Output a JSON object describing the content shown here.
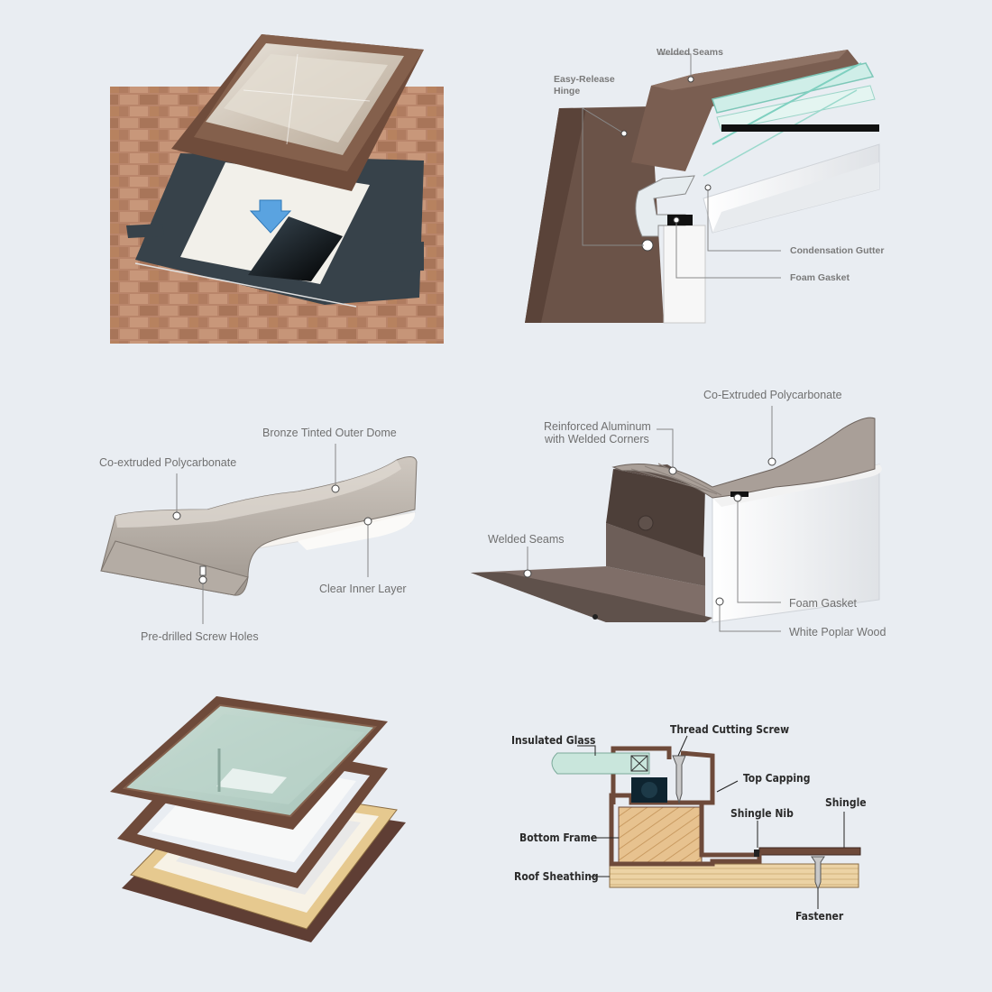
{
  "panel_install": {},
  "panel_hinge": {
    "labels": {
      "welded_seams": "Welded Seams",
      "easy_release_line1": "Easy-Release",
      "easy_release_line2": "Hinge",
      "condensation_gutter": "Condensation Gutter",
      "foam_gasket": "Foam Gasket"
    }
  },
  "panel_dome": {
    "labels": {
      "bronze_dome": "Bronze Tinted Outer Dome",
      "co_extruded": "Co-extruded Polycarbonate",
      "clear_inner": "Clear Inner Layer",
      "screw_holes": "Pre-drilled Screw Holes"
    }
  },
  "panel_curb": {
    "labels": {
      "co_extruded": "Co-Extruded Polycarbonate",
      "reinforced_line1": "Reinforced Aluminum",
      "reinforced_line2": "with Welded Corners",
      "welded_seams": "Welded Seams",
      "foam_gasket": "Foam Gasket",
      "poplar_wood": "White Poplar Wood"
    }
  },
  "panel_exploded": {},
  "panel_section": {
    "labels": {
      "insulated_glass": "Insulated Glass",
      "thread_screw": "Thread Cutting Screw",
      "top_capping": "Top Capping",
      "shingle": "Shingle",
      "shingle_nib": "Shingle Nib",
      "bottom_frame": "Bottom Frame",
      "roof_sheathing": "Roof Sheathing",
      "fastener": "Fastener"
    }
  }
}
